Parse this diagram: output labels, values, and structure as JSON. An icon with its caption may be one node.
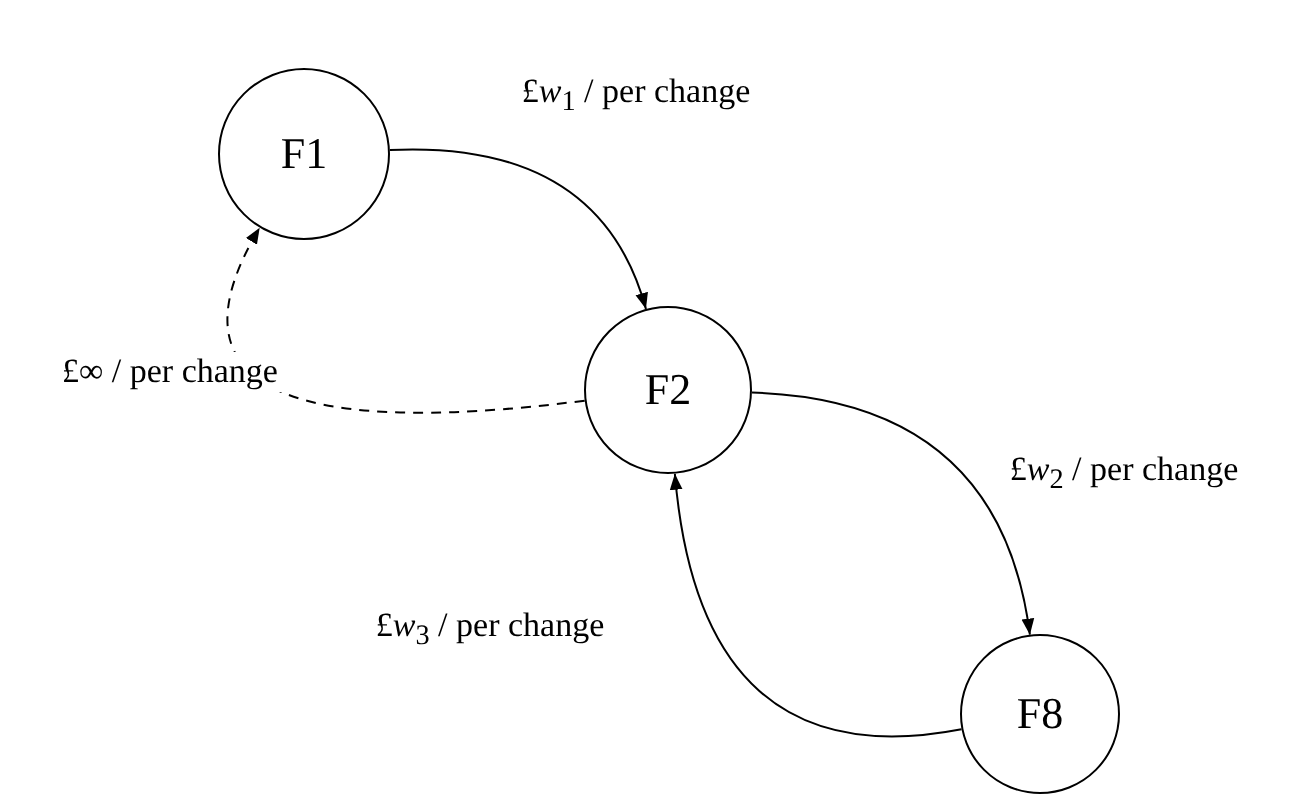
{
  "diagram": {
    "nodes": [
      {
        "text": [
          "F1"
        ]
      },
      {
        "text": [
          "F2"
        ]
      },
      {
        "text": [
          "F8"
        ]
      }
    ],
    "edges": [
      {
        "from": 0,
        "to": 1,
        "arrow": "to",
        "label": "£*w*$_{1}$ / per change"
      },
      {
        "from": 1,
        "to": 0,
        "arrow": "to",
        "label": "£∞ / per change",
        "style": "dashed"
      },
      {
        "from": 1,
        "to": 2,
        "arrow": "to",
        "label": "£*w*$_{2}$ / per change"
      },
      {
        "from": 2,
        "to": 1,
        "arrow": "to",
        "label": "£*w*$_{3}$ / per change"
      }
    ]
  }
}
